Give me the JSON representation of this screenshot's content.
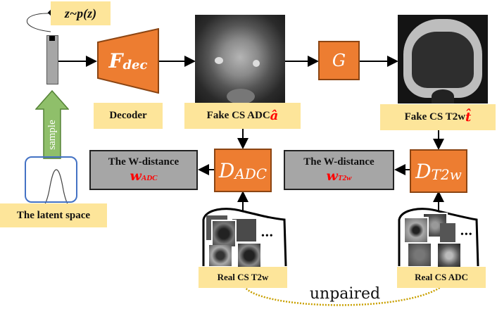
{
  "latent": {
    "z_label": "z~p(z)",
    "sample_label": "sample",
    "space_label": "The latent space"
  },
  "decoder": {
    "symbol": "F",
    "subscript": "dec",
    "label": "Decoder"
  },
  "generator": {
    "symbol": "G"
  },
  "fake_adc": {
    "label": "Fake CS ADC ",
    "symbol": "â"
  },
  "fake_t2w": {
    "label": "Fake CS T2w ",
    "symbol": "t̂"
  },
  "d_adc": {
    "symbol": "D",
    "subscript": "ADC"
  },
  "d_t2w": {
    "symbol": "D",
    "subscript": "T2w"
  },
  "w_adc": {
    "title": "The W-distance",
    "symbol": "w",
    "subscript": "ADC"
  },
  "w_t2w": {
    "title": "The W-distance",
    "symbol": "w",
    "subscript": "T2w"
  },
  "real_t2w": {
    "label": "Real CS T2w",
    "ellipsis": "•••"
  },
  "real_adc": {
    "label": "Real CS ADC",
    "ellipsis": "•••"
  },
  "unpaired_label": "unpaired",
  "colors": {
    "orange": "#ed7d31",
    "orange_border": "#8b4513",
    "label_bg": "#fde59a",
    "gray": "#a6a6a6",
    "red": "#ff0000",
    "green": "#8fbf6a",
    "blue": "#4472c4",
    "gold": "#c9a000"
  }
}
